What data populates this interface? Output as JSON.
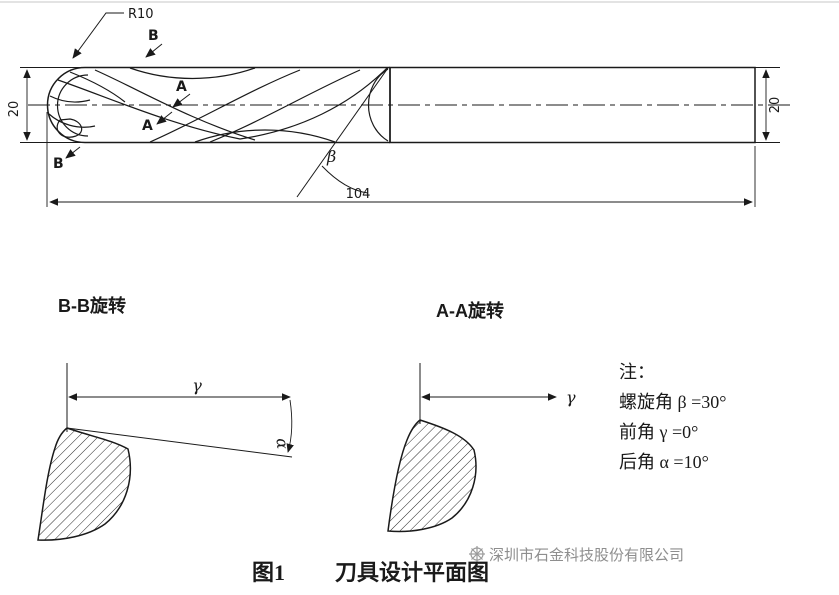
{
  "drawing": {
    "radius_label": "R10",
    "section_marker_b": "B",
    "section_marker_a": "A",
    "helix_angle_symbol": "β",
    "dim_diameter_left": "20",
    "dim_diameter_right": "20",
    "dim_length": "104"
  },
  "section_views": {
    "bb": {
      "title": "B-B旋转",
      "gamma": "γ",
      "alpha": "α"
    },
    "aa": {
      "title": "A-A旋转",
      "gamma": "γ"
    }
  },
  "notes": {
    "title": "注：",
    "items": [
      "螺旋角 β =30°",
      "前角 γ =0°",
      "后角 α =10°"
    ]
  },
  "caption": {
    "figure_no": "图1",
    "title": "刀具设计平面图"
  },
  "watermark": {
    "company": "深圳市石金科技股份有限公司"
  },
  "colors": {
    "line": "#1a1a1a",
    "watermark": "#8e8e8e"
  }
}
